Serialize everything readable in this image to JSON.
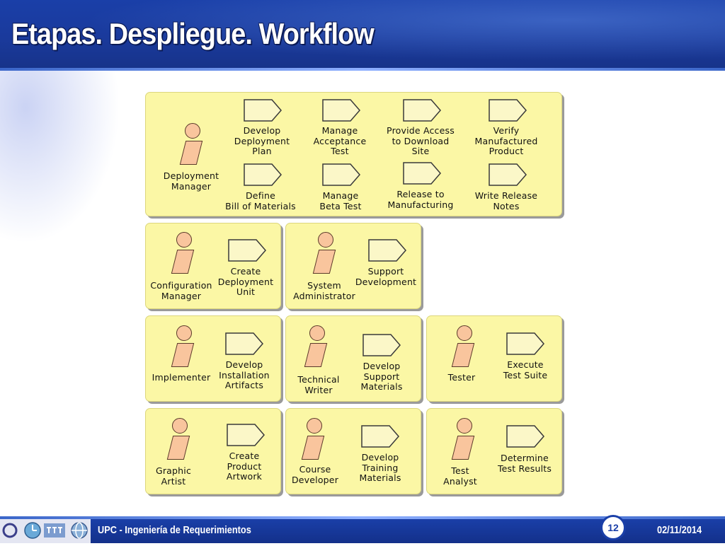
{
  "slide": {
    "title": "Etapas. Despliegue. Workflow",
    "footer_text": "UPC - Ingeniería de Requerimientos",
    "page_number": "12",
    "date": "02/11/2014"
  },
  "colors": {
    "panel": "#fbf7a5",
    "actor": "#f9c59d",
    "artifact": "#fbf7c8",
    "header": "#1a3fa8"
  },
  "roles": [
    {
      "name": "Deployment\nManager",
      "activities": [
        "Develop\nDeployment\nPlan",
        "Manage\nAcceptance\nTest",
        "Provide Access\nto Download\nSite",
        "Verify\nManufactured\nProduct",
        "Define\nBill of Materials",
        "Manage\nBeta Test",
        "Release to\nManufacturing",
        "Write Release\nNotes"
      ]
    },
    {
      "name": "Configuration\nManager",
      "activities": [
        "Create\nDeployment\nUnit"
      ]
    },
    {
      "name": "System\nAdministrator",
      "activities": [
        "Support\nDevelopment"
      ]
    },
    {
      "name": "Implementer",
      "activities": [
        "Develop\nInstallation\nArtifacts"
      ]
    },
    {
      "name": "Technical\nWriter",
      "activities": [
        "Develop\nSupport\nMaterials"
      ]
    },
    {
      "name": "Tester",
      "activities": [
        "Execute\nTest Suite"
      ]
    },
    {
      "name": "Graphic\nArtist",
      "activities": [
        "Create\nProduct\nArtwork"
      ]
    },
    {
      "name": "Course\nDeveloper",
      "activities": [
        "Develop\nTraining\nMaterials"
      ]
    },
    {
      "name": "Test\nAnalyst",
      "activities": [
        "Determine\nTest Results"
      ]
    }
  ]
}
